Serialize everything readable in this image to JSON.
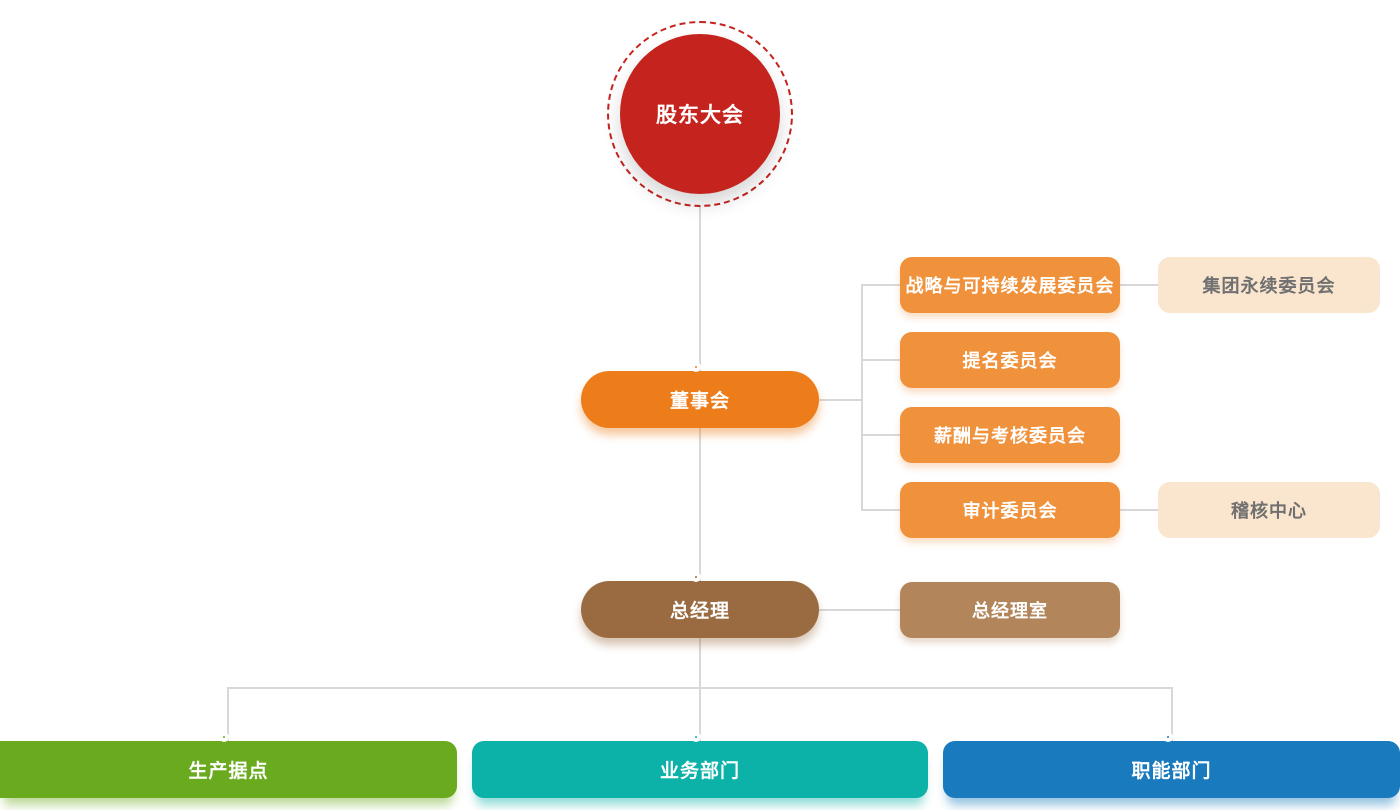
{
  "org": {
    "shareholders": {
      "label": "股东大会"
    },
    "board": {
      "label": "董事会"
    },
    "committees": [
      {
        "label": "战略与可持续发展委员会",
        "sub": {
          "label": "集团永续委员会"
        }
      },
      {
        "label": "提名委员会"
      },
      {
        "label": "薪酬与考核委员会"
      },
      {
        "label": "审计委员会",
        "sub": {
          "label": "稽核中心"
        }
      }
    ],
    "general_manager": {
      "label": "总经理"
    },
    "gm_office": {
      "label": "总经理室"
    },
    "departments": [
      {
        "label": "生产据点",
        "color": "#6aaa1f"
      },
      {
        "label": "业务部门",
        "color": "#0cb1a8"
      },
      {
        "label": "职能部门",
        "color": "#197abd"
      }
    ]
  },
  "colors": {
    "red": "#c5241e",
    "orange": "#ec7d1a",
    "orange_light": "#f0913c",
    "peach": "#fae6ce",
    "peach_text": "#707070",
    "brown": "#9a6b41",
    "brown_light": "#b2855a",
    "green": "#6aaa1f",
    "teal": "#0cb1a8",
    "blue": "#197abd",
    "line": "#d8d8d8"
  }
}
